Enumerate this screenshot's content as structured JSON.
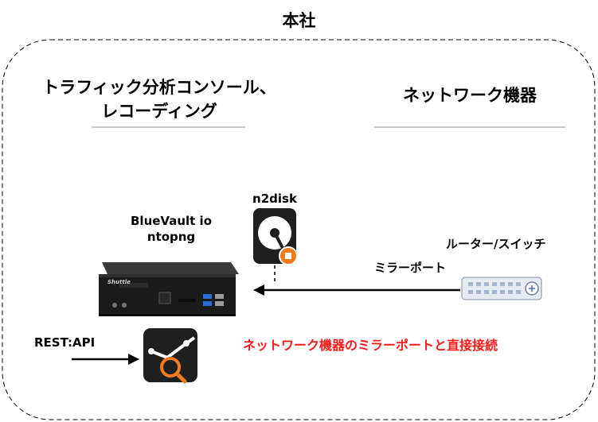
{
  "headquarters": {
    "title": "本社"
  },
  "left_region": {
    "title_line1": "トラフィック分析コンソール、",
    "title_line2": "レコーディング"
  },
  "right_region": {
    "title": "ネットワーク機器"
  },
  "appliance": {
    "label_line1": "BlueVault io",
    "label_line2": "ntopng",
    "brand": "Shuttle"
  },
  "storage": {
    "label": "n2disk"
  },
  "switch": {
    "label": "ルーター/スイッチ"
  },
  "connection": {
    "label": "ミラーポート"
  },
  "api": {
    "label": "REST:API"
  },
  "note": {
    "text": "ネットワーク機器のミラーポートと直接接続",
    "color": "#ff1a1a"
  },
  "colors": {
    "arrow": "#000000",
    "dashed_border": "#000000",
    "divider": "#c8c8c8",
    "ntop_icon_bg": "#1f1f1f",
    "ntop_orange": "#f47a1f"
  },
  "icons": [
    "disk-icon",
    "mini-pc-icon",
    "network-switch-icon",
    "ntopng-analytics-icon"
  ]
}
